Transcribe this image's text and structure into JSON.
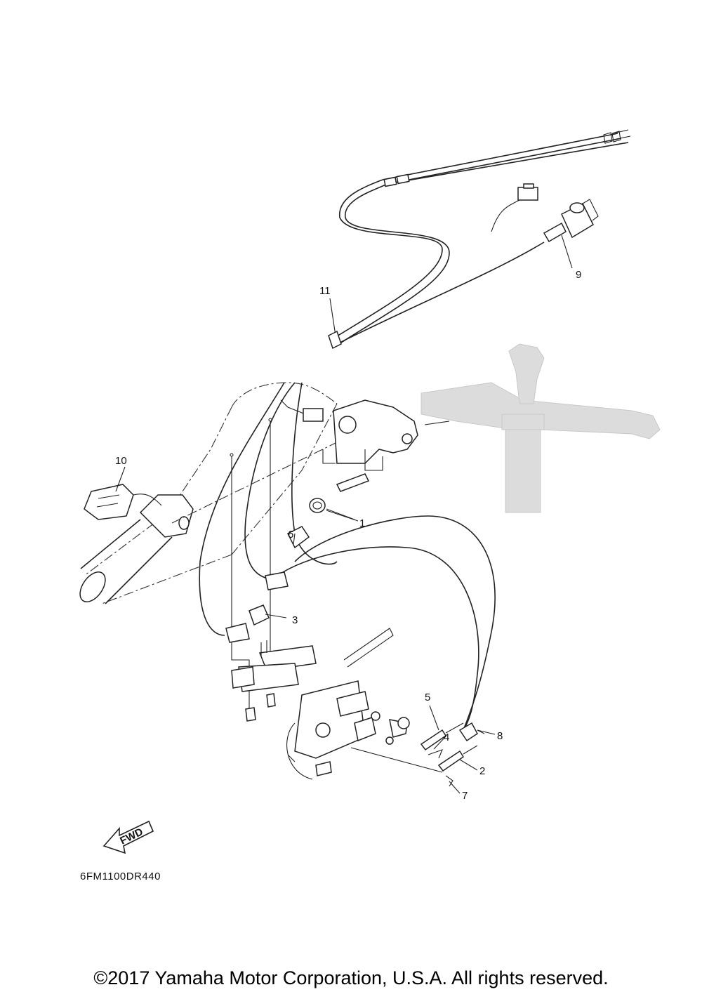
{
  "callouts": [
    "1",
    "2",
    "3",
    "4",
    "5",
    "6",
    "7",
    "8",
    "9",
    "10",
    "11"
  ],
  "fwd_label": "FWD",
  "diagram_code": "6FM1100DR440",
  "copyright": "©2017 Yamaha Motor Corporation, U.S.A. All rights reserved."
}
